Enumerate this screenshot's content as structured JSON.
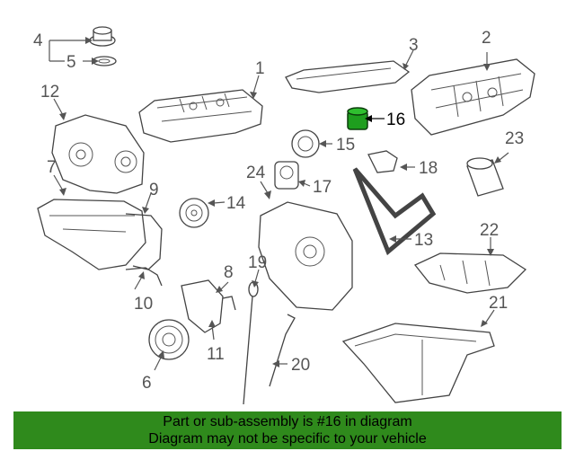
{
  "diagram": {
    "callouts": [
      {
        "id": "1",
        "label": "1"
      },
      {
        "id": "2",
        "label": "2"
      },
      {
        "id": "3",
        "label": "3"
      },
      {
        "id": "4",
        "label": "4"
      },
      {
        "id": "5",
        "label": "5"
      },
      {
        "id": "6",
        "label": "6"
      },
      {
        "id": "7",
        "label": "7"
      },
      {
        "id": "8",
        "label": "8"
      },
      {
        "id": "9",
        "label": "9"
      },
      {
        "id": "10",
        "label": "10"
      },
      {
        "id": "11",
        "label": "11"
      },
      {
        "id": "12",
        "label": "12"
      },
      {
        "id": "13",
        "label": "13"
      },
      {
        "id": "14",
        "label": "14"
      },
      {
        "id": "15",
        "label": "15"
      },
      {
        "id": "16",
        "label": "16"
      },
      {
        "id": "17",
        "label": "17"
      },
      {
        "id": "18",
        "label": "18"
      },
      {
        "id": "19",
        "label": "19"
      },
      {
        "id": "20",
        "label": "20"
      },
      {
        "id": "21",
        "label": "21"
      },
      {
        "id": "22",
        "label": "22"
      },
      {
        "id": "23",
        "label": "23"
      },
      {
        "id": "24",
        "label": "24"
      }
    ],
    "highlighted_part": "16",
    "highlight_color": "#1e9e1e"
  },
  "banner": {
    "line1": "Part or sub-assembly is #16 in diagram",
    "line2": "Diagram may not be specific to your vehicle",
    "background": "#2f8a1c"
  }
}
